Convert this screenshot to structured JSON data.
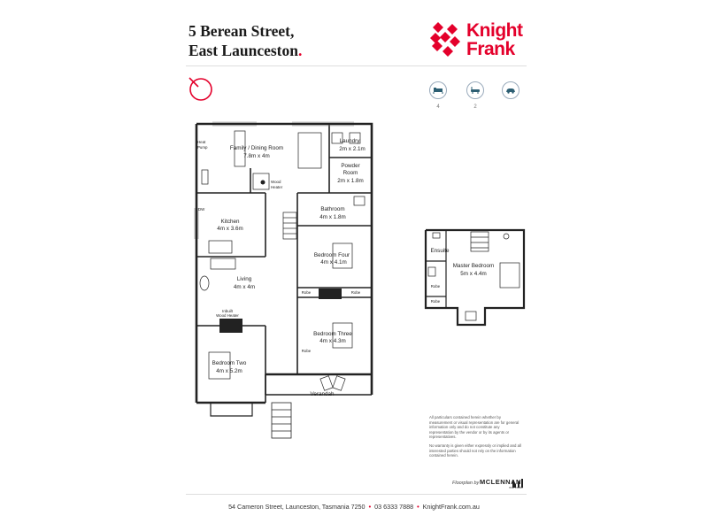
{
  "header": {
    "title_line1": "5 Berean Street,",
    "title_line2": "East Launceston",
    "title_dot": "."
  },
  "brand": {
    "name_line1": "Knight",
    "name_line2": "Frank",
    "color": "#e4002b"
  },
  "features": [
    {
      "icon": "bed-icon",
      "count": "4"
    },
    {
      "icon": "bath-icon",
      "count": "2"
    },
    {
      "icon": "car-icon",
      "count": ""
    }
  ],
  "ground_floor": {
    "rooms": {
      "family_dining": {
        "name": "Family / Dining Room",
        "dims": "7.8m x 4m"
      },
      "laundry": {
        "name": "Laundry",
        "dims": "2m x 2.1m"
      },
      "powder_room": {
        "name_line1": "Powder",
        "name_line2": "Room",
        "dims": "2m x 1.8m"
      },
      "kitchen": {
        "name": "Kitchen",
        "dims": "4m x 3.6m"
      },
      "bathroom": {
        "name": "Bathroom",
        "dims": "4m x 1.8m"
      },
      "bedroom_four": {
        "name": "Bedroom Four",
        "dims": "4m x 4.1m"
      },
      "living": {
        "name": "Living",
        "dims": "4m x 4m"
      },
      "bedroom_three": {
        "name": "Bedroom Three",
        "dims": "4m x 4.3m"
      },
      "bedroom_two": {
        "name": "Bedroom Two",
        "dims": "4m x 5.2m"
      },
      "verandah": {
        "name": "Verandah"
      }
    },
    "small_labels": {
      "heat_pump_1": "Heat",
      "heat_pump_2": "Pump",
      "wood_heater_1": "Wood",
      "wood_heater_2": "Heater",
      "dw": "DW",
      "inbuilt_1": "Inbuilt",
      "inbuilt_2": "Wood Heater",
      "robe_a": "Robe",
      "robe_b": "Robe",
      "robe_c": "Robe"
    }
  },
  "upper_floor": {
    "rooms": {
      "ensuite": {
        "name": "Ensuite"
      },
      "master_bedroom": {
        "name": "Master Bedroom",
        "dims": "5m x 4.4m"
      }
    },
    "small_labels": {
      "robe_a": "Robe",
      "robe_b": "Robe"
    }
  },
  "disclaimer": {
    "p1": "All particulars contained herein whether by measurement or visual representation are for general information only and do not constitute any representation by the vendor or by its agents or representatives.",
    "p2": "No warranty is given either expressly or implied and all interested parties should not rely on the information contained herein."
  },
  "credit": {
    "floorplan_by": "Floorplan by",
    "company": "MCLENNAN",
    "company_sub": "real estate"
  },
  "footer": {
    "address": "54 Cameron Street, Launceston, Tasmania 7250",
    "phone": "03 6333 7888",
    "website": "KnightFrank.com.au"
  }
}
